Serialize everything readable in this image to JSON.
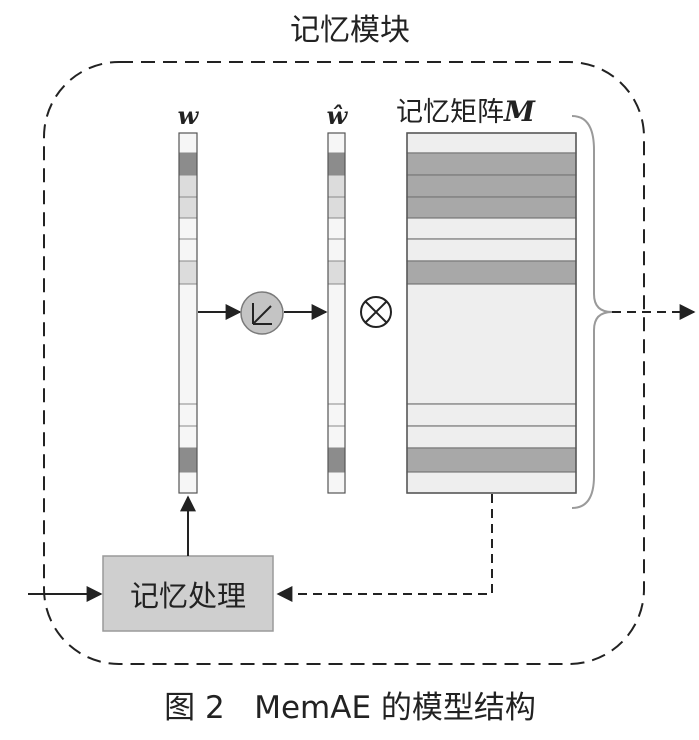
{
  "module_title": "记忆模块",
  "w_label": "w",
  "w_hat_label": "ŵ",
  "matrix_label": "记忆矩阵",
  "matrix_symbol": "M",
  "process_label": "记忆处理",
  "caption": "图 2   MemAE 的模型结构",
  "colors": {
    "dark_cell": "#8c8c8c",
    "mid_cell": "#a9a9a9",
    "light_cell": "#dcdcdc",
    "empty_cell": "#f6f6f6",
    "matrix_dark": "#a8a8a8",
    "matrix_light": "#eeeeee",
    "process_box": "#cfcfcf",
    "shrink_circle": "#c4c4c4",
    "stroke": "#222222"
  },
  "icons": {
    "shrink": "hard-shrinkage-operator-icon",
    "multiply": "circled-times-icon"
  }
}
